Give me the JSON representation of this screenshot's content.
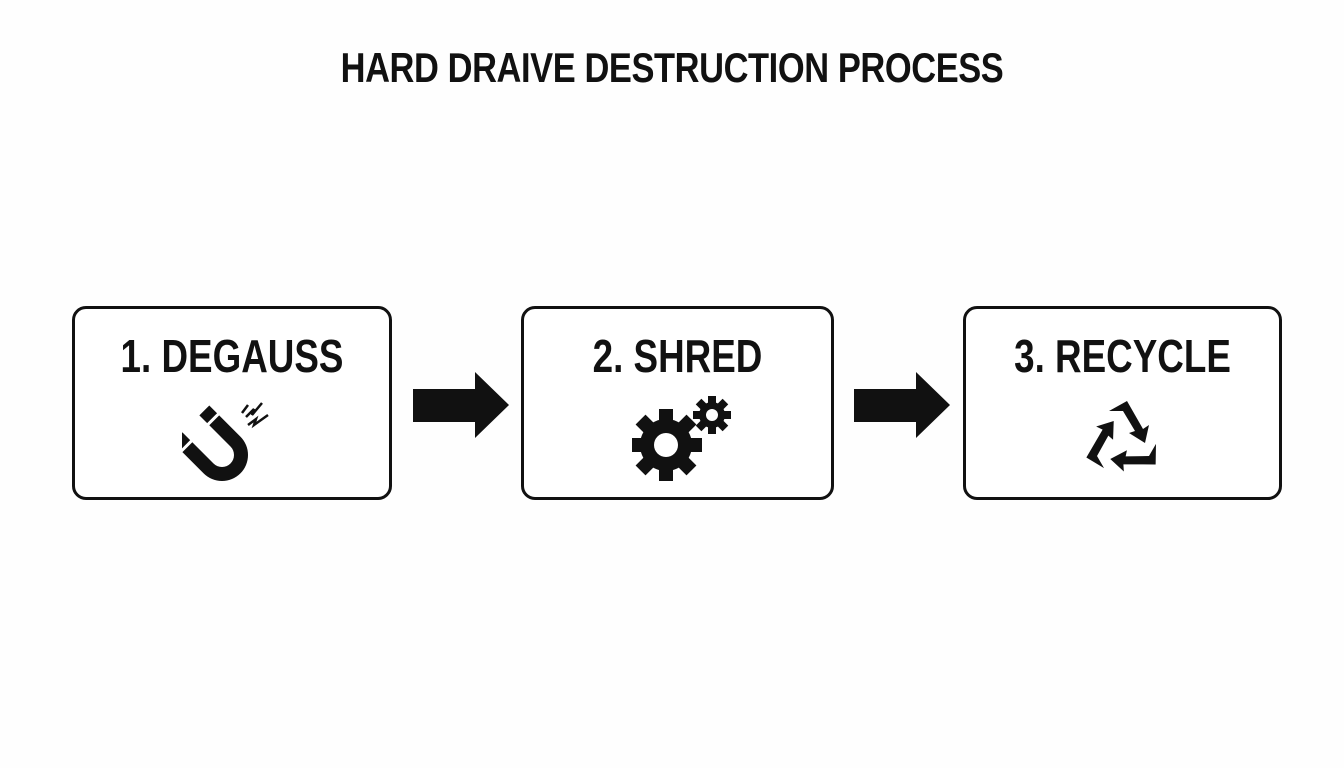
{
  "title": "HARD DRAIVE DESTRUCTION PROCESS",
  "steps": [
    {
      "label": "1. DEGAUSS",
      "icon": "magnet-icon"
    },
    {
      "label": "2. SHRED",
      "icon": "gears-icon"
    },
    {
      "label": "3. RECYCLE",
      "icon": "recycle-icon"
    }
  ],
  "connectors": [
    "right-arrow-icon",
    "right-arrow-icon"
  ],
  "colors": {
    "foreground": "#111111",
    "background": "#fefefe"
  }
}
